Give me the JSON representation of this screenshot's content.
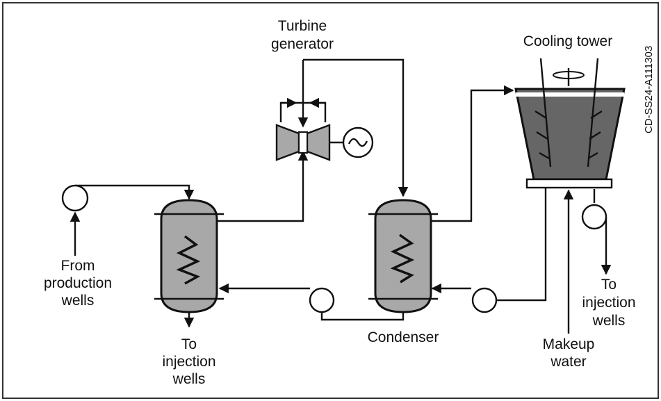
{
  "labels": {
    "turbine_line1": "Turbine",
    "turbine_line2": "generator",
    "cooling_tower": "Cooling tower",
    "from_prod_1": "From",
    "from_prod_2": "production",
    "from_prod_3": "wells",
    "inj_left_1": "To",
    "inj_left_2": "injection",
    "inj_left_3": "wells",
    "condenser": "Condenser",
    "makeup_1": "Makeup",
    "makeup_2": "water",
    "inj_right_1": "To",
    "inj_right_2": "injection",
    "inj_right_3": "wells",
    "figure_code": "CD-SS24-A111303"
  },
  "colors": {
    "fill_gray": "#a8a8a8",
    "tower_fill": "#666666",
    "ink": "#111111"
  }
}
